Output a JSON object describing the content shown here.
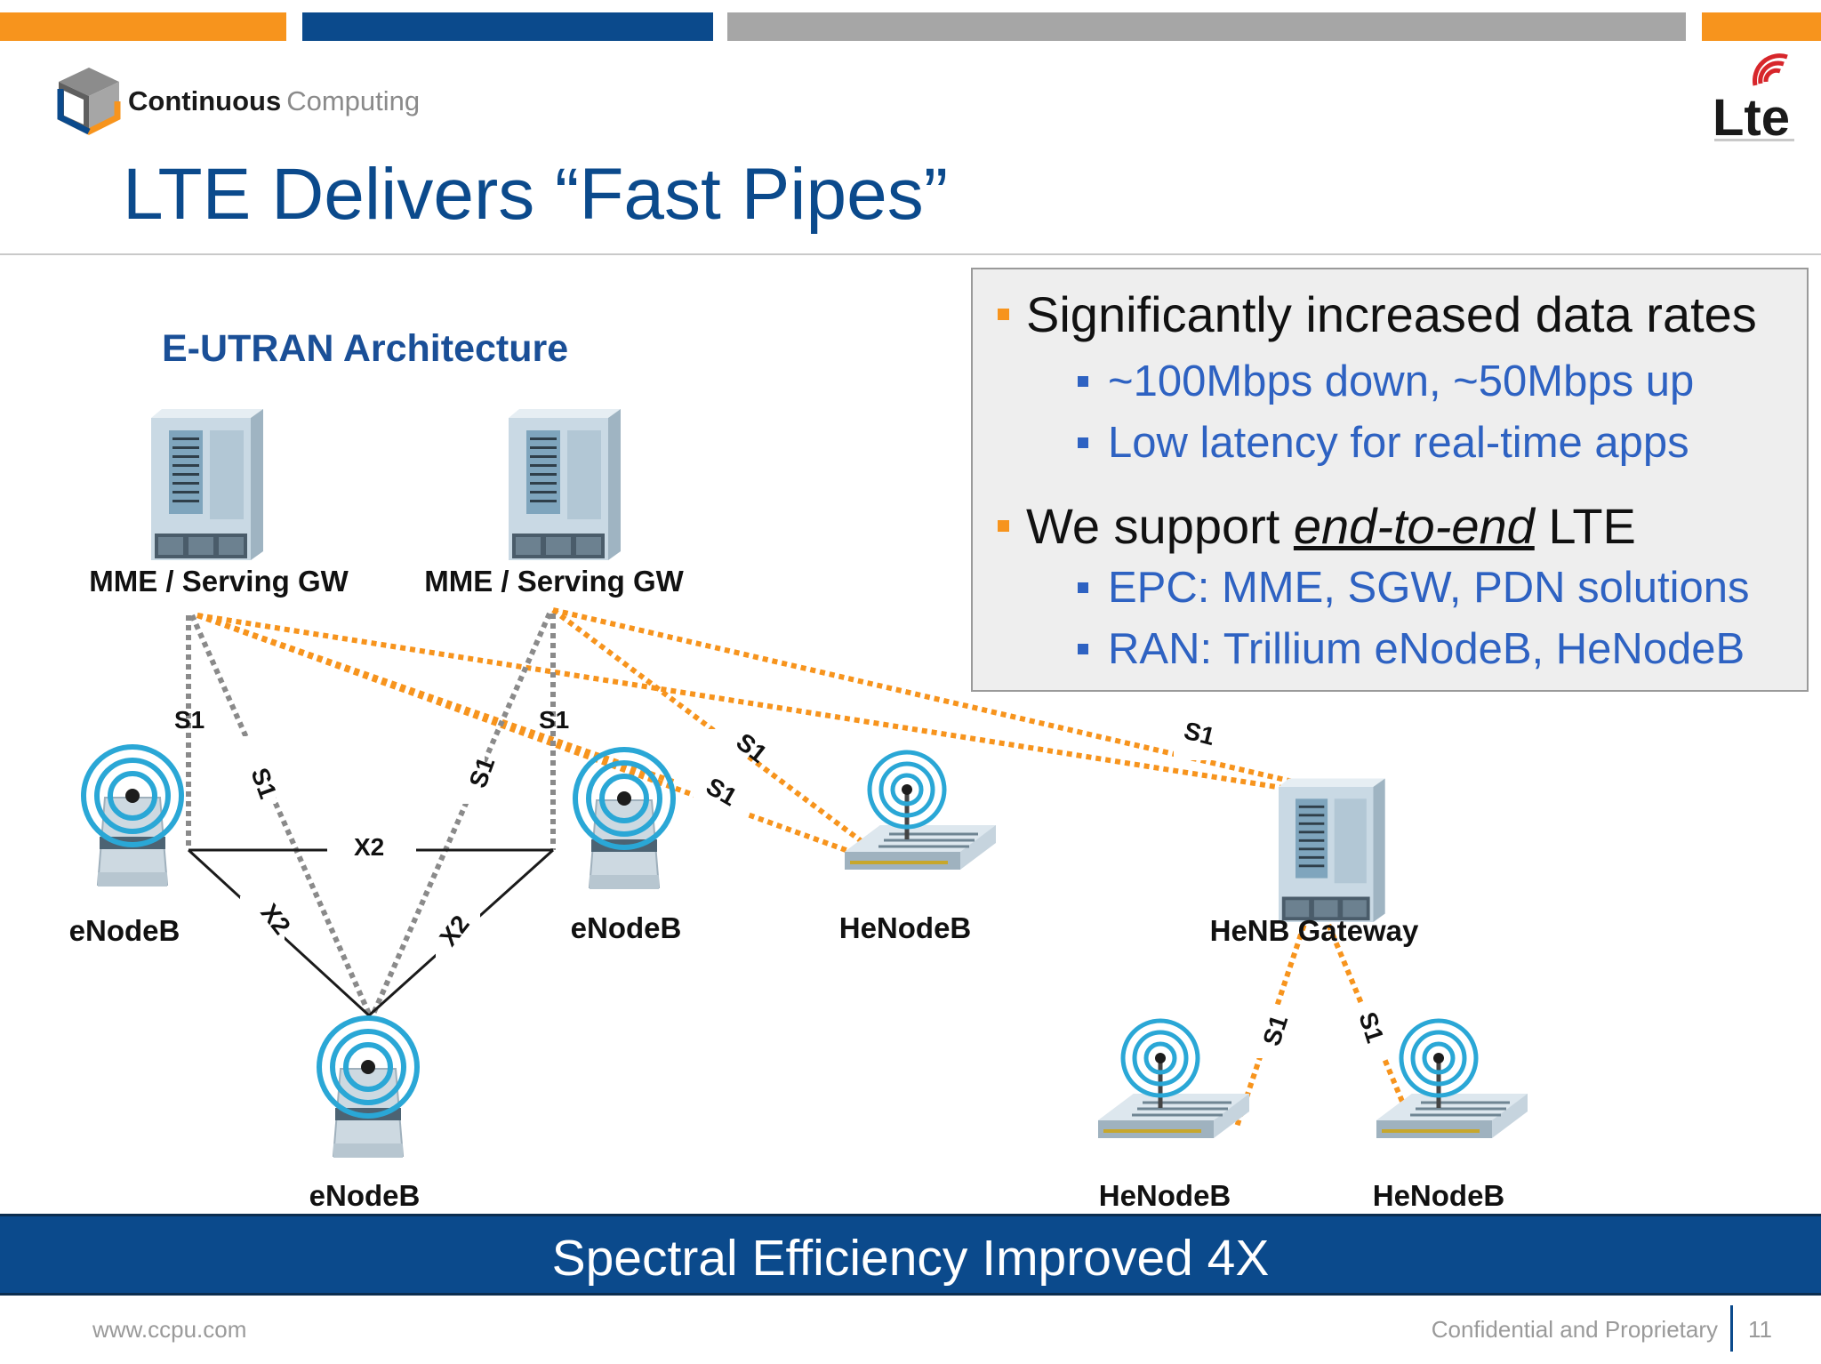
{
  "slide": {
    "title": "LTE Delivers “Fast Pipes”",
    "logo": {
      "brand_bold": "Continuous",
      "brand_light": "Computing",
      "lte_mark": "Lte"
    },
    "stripes": [
      {
        "color": "#f7941d"
      },
      {
        "color": "#0b4a8c"
      },
      {
        "color": "#a6a6a6"
      },
      {
        "color": "#f7941d"
      }
    ],
    "colors": {
      "title": "#0b4a8c",
      "accent": "#f7941d",
      "sub_bullet": "#2e62c2",
      "banner": "#0b4a8c"
    }
  },
  "diagram": {
    "title": "E-UTRAN Architecture",
    "nodes": {
      "mme1": "MME / Serving GW",
      "mme2": "MME / Serving GW",
      "enb_left": "eNodeB",
      "enb_mid": "eNodeB",
      "enb_bottom": "eNodeB",
      "henb_top": "HeNodeB",
      "henb_gw": "HeNB Gateway",
      "henb_bl": "HeNodeB",
      "henb_br": "HeNodeB"
    },
    "link_labels": {
      "s1": "S1",
      "x2": "X2"
    }
  },
  "bullets": [
    {
      "text": "Significantly increased data rates",
      "sub": [
        "~100Mbps down, ~50Mbps up",
        "Low latency for real-time apps"
      ]
    },
    {
      "text_before": "We support ",
      "text_emph": "end-to-end",
      "text_after": " LTE",
      "sub": [
        "EPC: MME, SGW, PDN solutions",
        "RAN: Trillium eNodeB, HeNodeB"
      ]
    }
  ],
  "banner": "Spectral Efficiency Improved 4X",
  "footer": {
    "url": "www.ccpu.com",
    "confidential": "Confidential and Proprietary",
    "page": "11"
  }
}
